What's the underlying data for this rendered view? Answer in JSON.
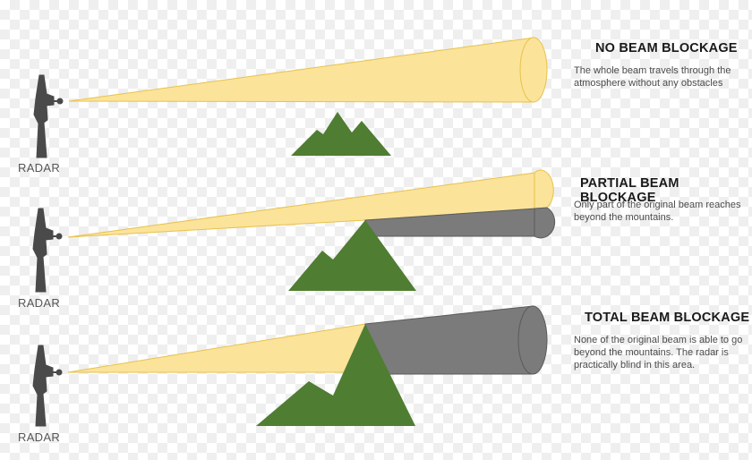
{
  "colors": {
    "beam": "#fbe39a",
    "beam_stroke": "#e7c24e",
    "blocked": "#7b7b7b",
    "blocked_stroke": "#5b5b5b",
    "mountain": "#4f7d32",
    "radar": "#4a4a4a"
  },
  "panels": [
    {
      "title": "NO BEAM BLOCKAGE",
      "description": "The whole beam travels through the atmosphere without any obstacles",
      "radar_label": "RADAR"
    },
    {
      "title": "PARTIAL BEAM BLOCKAGE",
      "description": "Only part of the original beam reaches beyond the mountains.",
      "radar_label": "RADAR"
    },
    {
      "title": "TOTAL BEAM BLOCKAGE",
      "description": "None of the original beam is able to go beyond the mountains. The radar is practically blind in this area.",
      "radar_label": "RADAR"
    }
  ]
}
